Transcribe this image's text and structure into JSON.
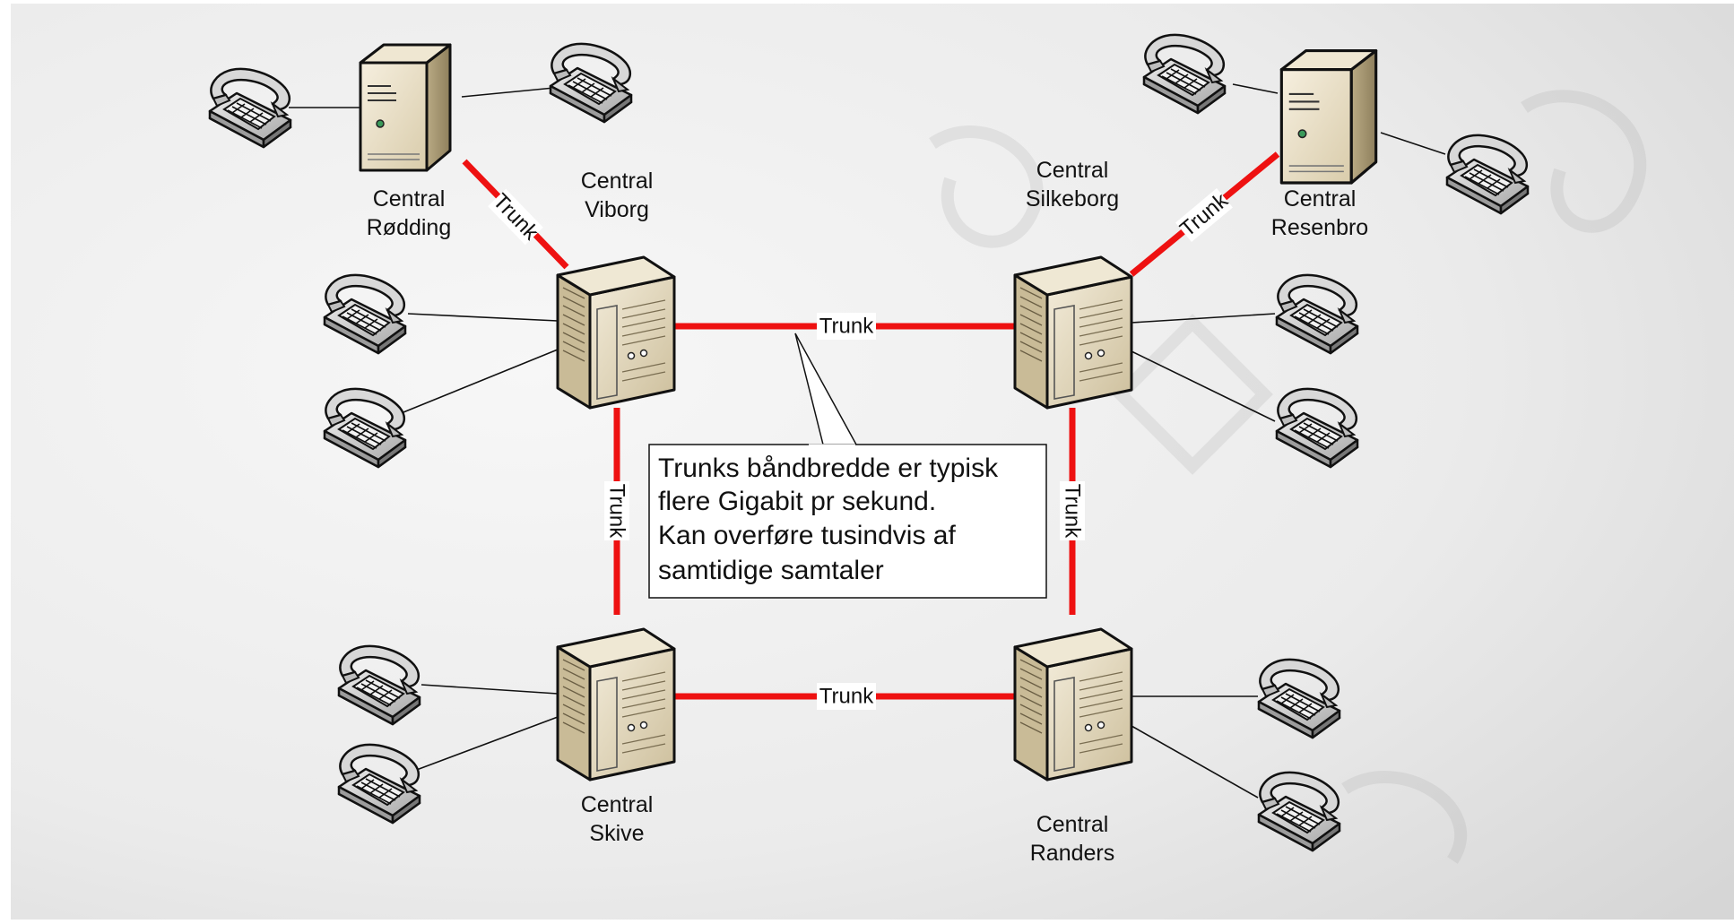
{
  "diagram": {
    "colors": {
      "trunk": "#ee1111",
      "line": "#111111",
      "background": "#e4e4e4"
    },
    "centrals": [
      {
        "id": "rodding",
        "name_line1": "Central",
        "name_line2": "Rødding",
        "kind": "tower-server-icon"
      },
      {
        "id": "viborg",
        "name_line1": "Central",
        "name_line2": "Viborg",
        "kind": "rack-server-icon"
      },
      {
        "id": "silkeborg",
        "name_line1": "Central",
        "name_line2": "Silkeborg",
        "kind": "rack-server-icon"
      },
      {
        "id": "resenbro",
        "name_line1": "Central",
        "name_line2": "Resenbro",
        "kind": "tower-server-icon"
      },
      {
        "id": "skive",
        "name_line1": "Central",
        "name_line2": "Skive",
        "kind": "rack-server-icon"
      },
      {
        "id": "randers",
        "name_line1": "Central",
        "name_line2": "Randers",
        "kind": "rack-server-icon"
      }
    ],
    "trunks": [
      {
        "from": "rodding",
        "to": "viborg",
        "label": "Trunk"
      },
      {
        "from": "viborg",
        "to": "silkeborg",
        "label": "Trunk"
      },
      {
        "from": "silkeborg",
        "to": "resenbro",
        "label": "Trunk"
      },
      {
        "from": "viborg",
        "to": "skive",
        "label": "Trunk"
      },
      {
        "from": "silkeborg",
        "to": "randers",
        "label": "Trunk"
      },
      {
        "from": "skive",
        "to": "randers",
        "label": "Trunk"
      }
    ],
    "phones": [
      {
        "central": "rodding",
        "icon": "telephone-icon"
      },
      {
        "central": "rodding",
        "icon": "telephone-icon"
      },
      {
        "central": "viborg",
        "icon": "telephone-icon"
      },
      {
        "central": "viborg",
        "icon": "telephone-icon"
      },
      {
        "central": "resenbro",
        "icon": "telephone-icon"
      },
      {
        "central": "resenbro",
        "icon": "telephone-icon"
      },
      {
        "central": "silkeborg",
        "icon": "telephone-icon"
      },
      {
        "central": "silkeborg",
        "icon": "telephone-icon"
      },
      {
        "central": "skive",
        "icon": "telephone-icon"
      },
      {
        "central": "skive",
        "icon": "telephone-icon"
      },
      {
        "central": "randers",
        "icon": "telephone-icon"
      },
      {
        "central": "randers",
        "icon": "telephone-icon"
      }
    ],
    "callout": {
      "line1": "Trunks båndbredde er typisk",
      "line2": "flere Gigabit pr sekund.",
      "line3": "Kan overføre tusindvis af",
      "line4": "samtidige samtaler"
    }
  }
}
